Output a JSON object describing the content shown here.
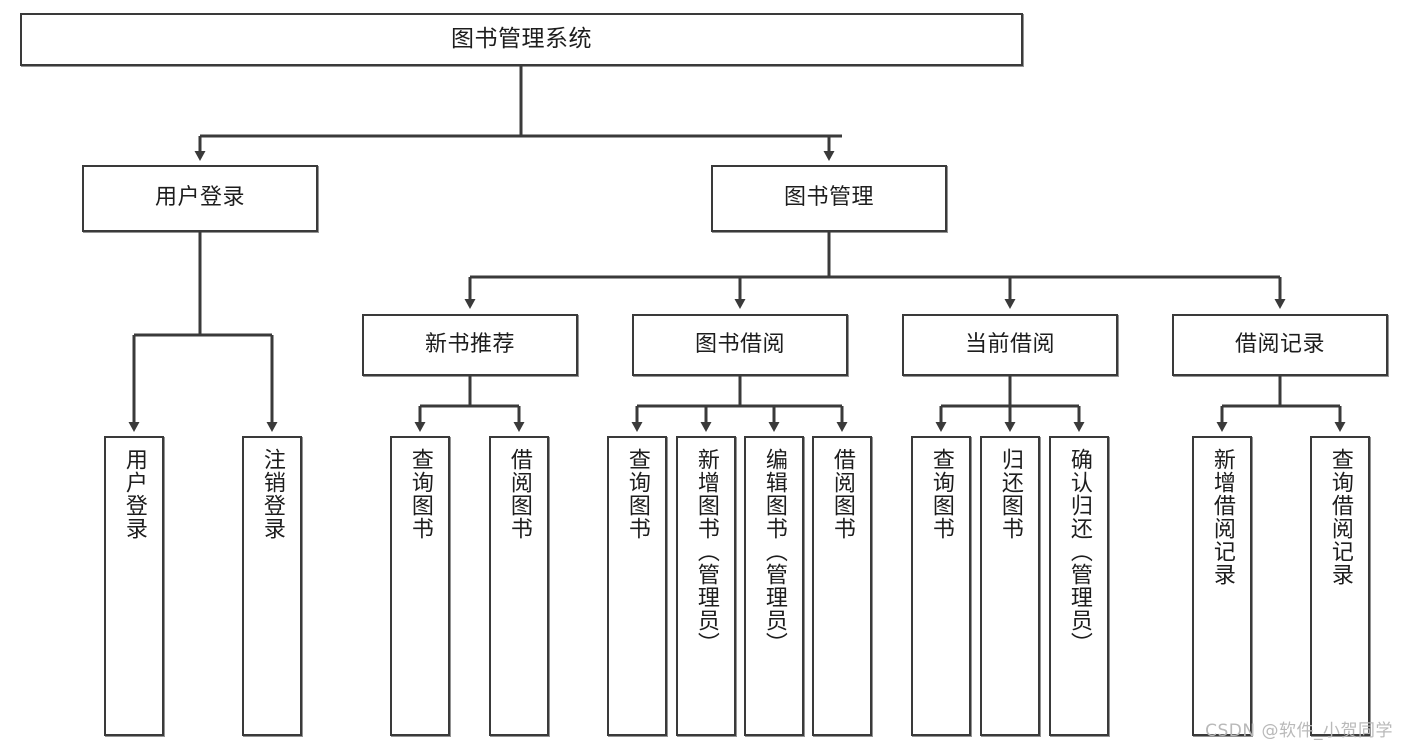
{
  "diagram": {
    "title": "图书管理系统",
    "watermark": "CSDN @软件_小贺同学",
    "line_color": "#3a3a3a",
    "box_fill": "#ffffff",
    "text_color": "#1d1d1d",
    "watermark_color": "#b9b9b9"
  },
  "nodes": {
    "root": {
      "label": "图书管理系统"
    },
    "level2": [
      {
        "label": "用户登录"
      },
      {
        "label": "图书管理"
      }
    ],
    "level3": [
      {
        "label": "新书推荐"
      },
      {
        "label": "图书借阅"
      },
      {
        "label": "当前借阅"
      },
      {
        "label": "借阅记录"
      }
    ],
    "leaves": [
      {
        "label": "用户登录",
        "parent": "用户登录"
      },
      {
        "label": "注销登录",
        "parent": "用户登录"
      },
      {
        "label": "查询图书",
        "parent": "新书推荐"
      },
      {
        "label": "借阅图书",
        "parent": "新书推荐"
      },
      {
        "label": "查询图书",
        "parent": "图书借阅"
      },
      {
        "label": "新增图书（管理员）",
        "parent": "图书借阅"
      },
      {
        "label": "编辑图书（管理员）",
        "parent": "图书借阅"
      },
      {
        "label": "借阅图书",
        "parent": "图书借阅"
      },
      {
        "label": "查询图书",
        "parent": "当前借阅"
      },
      {
        "label": "归还图书",
        "parent": "当前借阅"
      },
      {
        "label": "确认归还（管理员）",
        "parent": "当前借阅"
      },
      {
        "label": "新增借阅记录",
        "parent": "借阅记录"
      },
      {
        "label": "查询借阅记录",
        "parent": "借阅记录"
      }
    ]
  }
}
